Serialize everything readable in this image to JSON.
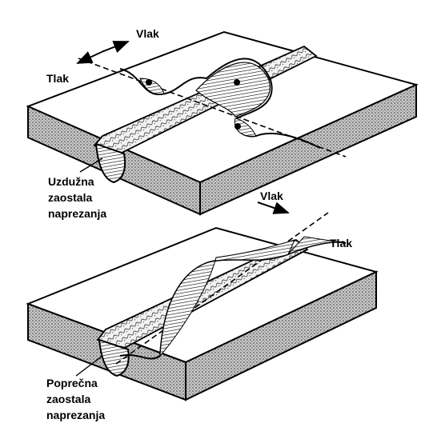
{
  "top_panel": {
    "vlak_label": "Vlak",
    "tlak_label": "Tlak",
    "caption": [
      "Uzdužna",
      "zaostala",
      "naprezanja"
    ]
  },
  "bottom_panel": {
    "vlak_label": "Vlak",
    "tlak_label": "Tlak",
    "caption": [
      "Poprečna",
      "zaostala",
      "naprezanja"
    ]
  },
  "colors": {
    "ink": "#000000",
    "plate_top": "#ffffff",
    "plate_side": "#9a9a9a"
  }
}
